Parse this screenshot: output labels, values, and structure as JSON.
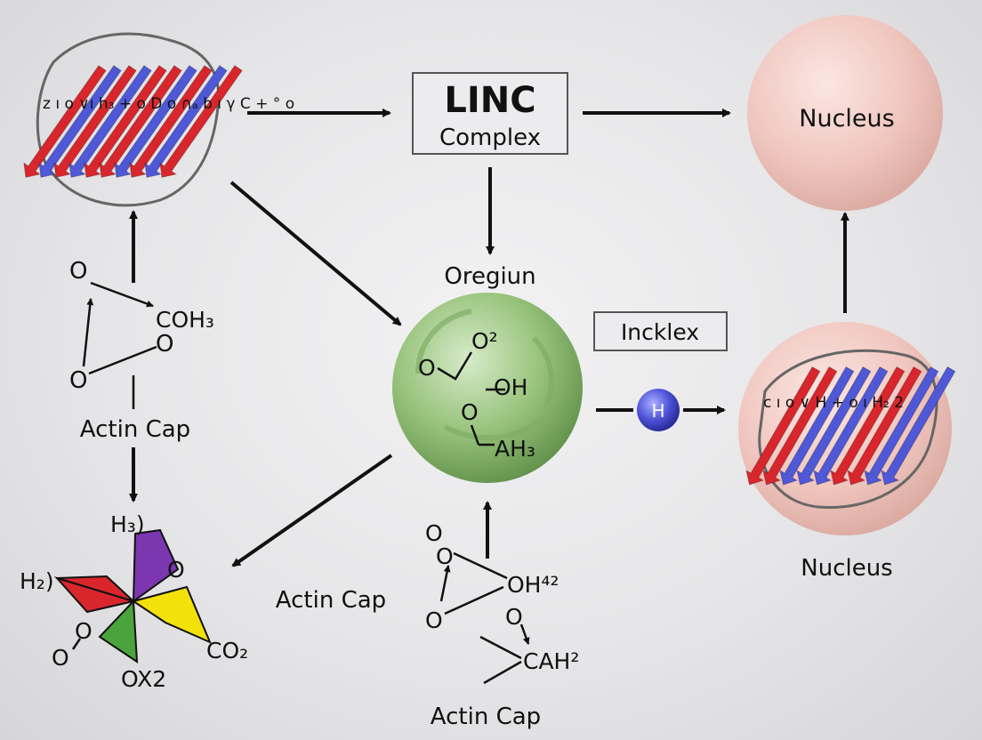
{
  "linc_box": {
    "title": "LINC",
    "subtitle": "Complex"
  },
  "inner_label": "Oregiun",
  "inckle_box": "Incklex",
  "nucleus_top": "Nucleus",
  "nucleus_bottom": "Nucleus",
  "h_ball": "H",
  "actin_left": "Actin Cap",
  "actin_middle": "Actin Cap",
  "actin_bottom": "Actin Cap",
  "left_molecule": {
    "o_top": "O",
    "coh3": "COH₃",
    "o_mid": "O",
    "o_bottom": "O"
  },
  "green_sphere": {
    "o_left": "O",
    "o2": "O²",
    "oh": "OH",
    "o_lower": "O",
    "ah3": "AH₃"
  },
  "bottom_molecule": {
    "o_a": "O",
    "o_b": "O",
    "oh4": "OH⁴²",
    "o_c": "O",
    "o_d": "O",
    "cah": "CAH²"
  },
  "pinwheel": {
    "h3": "H₃)",
    "h2": "H₂)",
    "o_right": "O",
    "o_left_small": "O",
    "o_left": "O",
    "co2": "CO₂",
    "ox2": "OX2"
  },
  "protein_top_glyphs": "z ı o  ∨ı h₃  +  o  D  o ∩ₐ  b ı γ  C  + ° o",
  "protein_right_glyphs": "c ı o  ∨  H  +  o  ı  H₂  2",
  "colors": {
    "red": "#d8262c",
    "blue": "#4f58d6",
    "green": "#8fbd70",
    "nucleus": "#f0c4bd",
    "purple": "#7b36b0",
    "yellow": "#f3e10a",
    "leafgreen": "#4aa33c"
  }
}
